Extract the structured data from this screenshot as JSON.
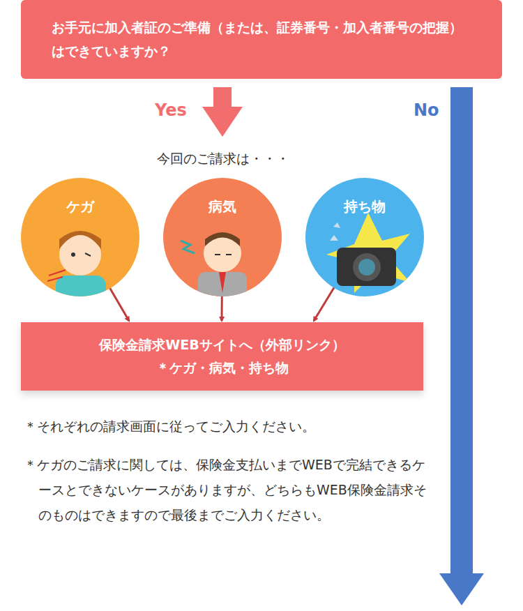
{
  "diagram": {
    "nodes": [
      {
        "text": [
          "お手元に加入者証のご準備（または、証券番号・加入者番号の把握）はできていますか？"
        ]
      },
      {
        "text": [
          "ケガ"
        ]
      },
      {
        "text": [
          "病気"
        ]
      },
      {
        "text": [
          "持ち物"
        ]
      },
      {
        "text": [
          "保険金請求WEBサイトへ（外部リンク）",
          "＊ケガ・病気・持ち物"
        ]
      }
    ],
    "edges": [
      {
        "from": 1,
        "to": 4,
        "arrow": "to"
      },
      {
        "from": 2,
        "to": 4,
        "arrow": "to"
      },
      {
        "from": 3,
        "to": 4,
        "arrow": "to"
      }
    ],
    "labels": [
      "Yes",
      "No",
      "今回のご請求は・・・",
      "＊それぞれの請求画面に従ってご入力ください。",
      "＊ケガのご請求に関しては、保険金支払いまでWEBで完結できるケースとできないケースがありますが、どちらもWEB保険金請求そのものはできますので最後までご入力ください。"
    ]
  }
}
